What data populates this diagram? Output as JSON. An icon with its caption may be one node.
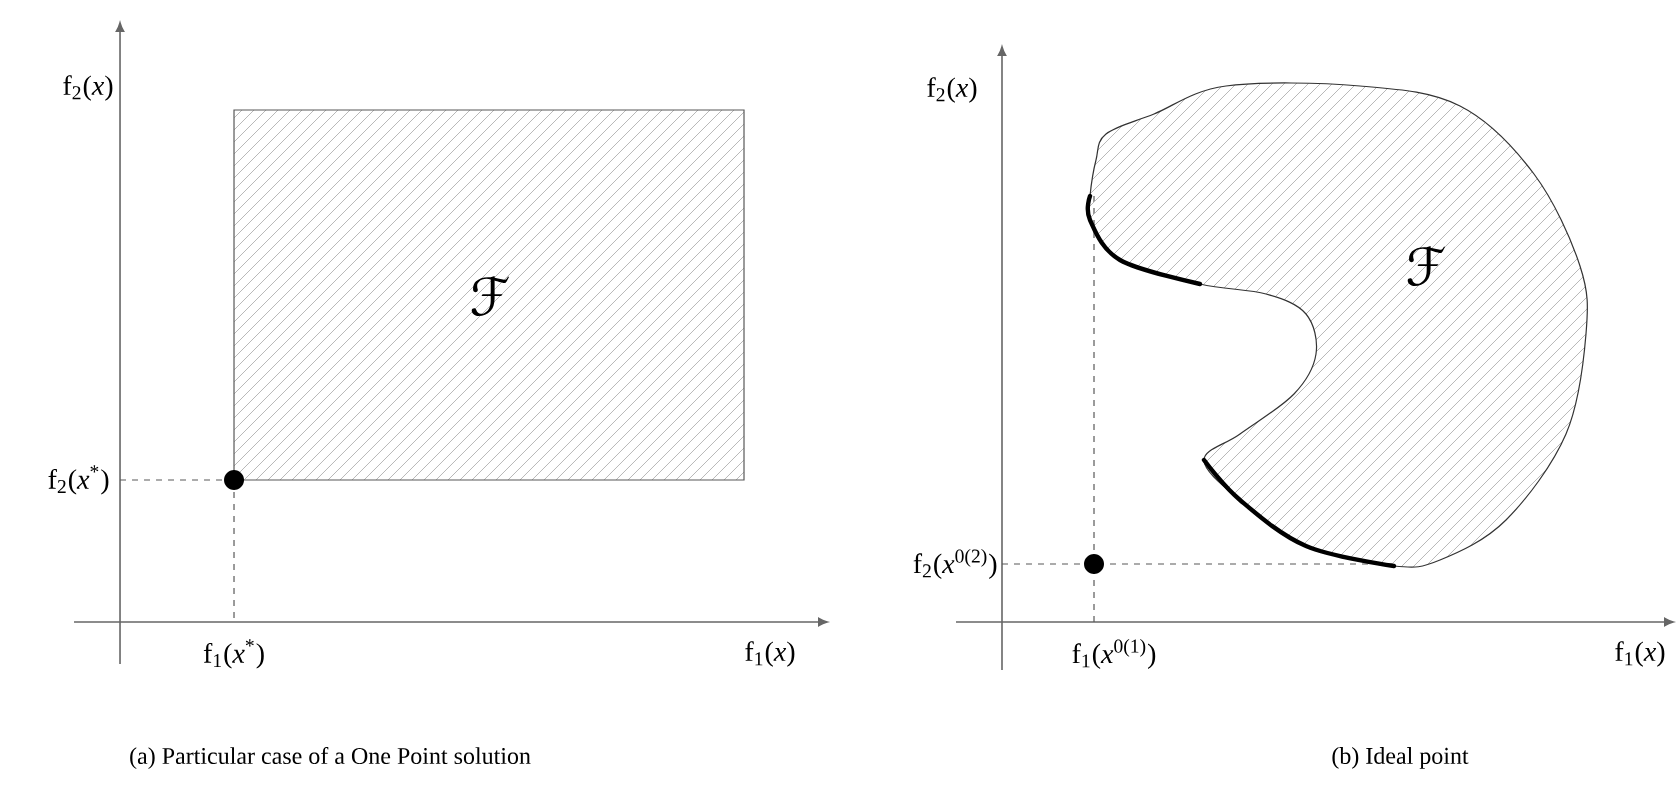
{
  "diagram": {
    "nodes": [
      {
        "text": [
          "ℱ"
        ]
      },
      {
        "text": [
          "ℱ"
        ]
      }
    ],
    "edges": [],
    "labels": [
      "f$_{2}$(*x*)",
      "f$_{2}$(*x*$^{*}$)",
      "f$_{1}$(*x*$^{*}$)",
      "f$_{1}$(*x*)",
      "f$_{2}$(*x*)",
      "f$_{2}$(*x*$^{0(2)}$)",
      "f$_{1}$(*x*$^{0(1)}$)",
      "f$_{1}$(*x*)",
      "(a) Particular case of a One Point solution",
      "(b) Ideal point"
    ]
  }
}
